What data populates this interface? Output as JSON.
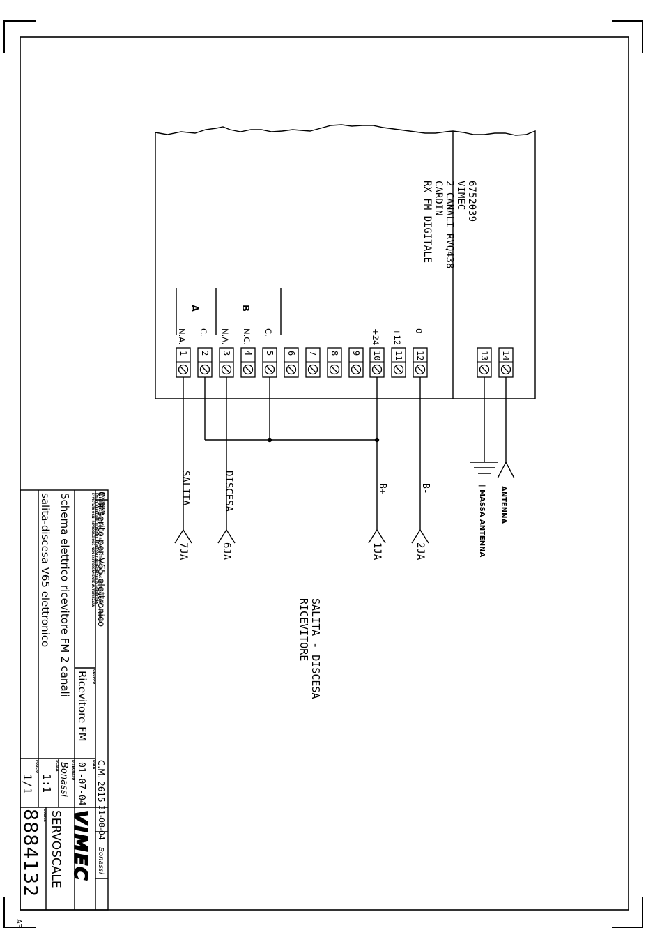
{
  "receiver": {
    "label_lines": [
      "RX FM DIGITALE",
      "CARDIN",
      "2 CANALI RVQ438",
      "",
      "VIMEC",
      "6752039"
    ],
    "channel_a": "A",
    "channel_b": "B"
  },
  "terminals": [
    {
      "num": "1",
      "label": "N.A."
    },
    {
      "num": "2",
      "label": "C."
    },
    {
      "num": "3",
      "label": "N.A."
    },
    {
      "num": "4",
      "label": "N.C."
    },
    {
      "num": "5",
      "label": "C."
    },
    {
      "num": "6",
      "label": ""
    },
    {
      "num": "7",
      "label": ""
    },
    {
      "num": "8",
      "label": ""
    },
    {
      "num": "9",
      "label": ""
    },
    {
      "num": "10",
      "label": "+24"
    },
    {
      "num": "11",
      "label": "+12"
    },
    {
      "num": "12",
      "label": "0"
    },
    {
      "num": "13",
      "label": ""
    },
    {
      "num": "14",
      "label": ""
    }
  ],
  "wires": {
    "salita": "SALITA",
    "discesa": "DISCESA",
    "bplus": "B+",
    "bminus": "B-",
    "massa": "MASSA ANTENNA",
    "antenna": "ANTENNA"
  },
  "connectors": {
    "c1": "7JA",
    "c2": "6JA",
    "c3": "1JA",
    "c4": "2JA"
  },
  "section_title": [
    "RICEVITORE",
    "SALITA - DISCESA"
  ],
  "title_block": {
    "revision_num": "0",
    "revision_text": "Inserito per V65 elettronico",
    "revision_cm": "C.M. 2615",
    "revision_date": "31-08-04",
    "revision_sign": "Bonassi",
    "legal_line1": "E' VIETATA OGNI RIPRODUZIONE NON ESPRESSAMENTE AUTORIZZATA",
    "legal_line2": "EVERY REPRODUCTION NOT EXPRESSLY AUTHORIZED IS FORBIDDEN",
    "legal_line3": "IL EST INTERDIT TOUS LES REPRODUCTIONS NE PAS EXPRESSEMENT AUTORISE",
    "legal_line4": "DESCRIZIONE",
    "description_line1": "Schema elettrico ricevitore FM 2 canali",
    "description_line2": "salita-discesa V65 elettronico",
    "gruppo_label": "GRUPPO",
    "gruppo_value": "Ricevitore FM",
    "data_label": "DATA",
    "data_value": "01-07-04",
    "disegnato_label": "DISEGNATO",
    "disegnato_value": "Bonassi",
    "scala_label": "SCALA",
    "scala_value": "1:1",
    "foglio_label": "FOGLIO",
    "foglio_value": "1/1",
    "codice_label": "CODICE",
    "codice_value": "8884132",
    "brand_logo": "VIMEC",
    "brand_sub": "SERVOSCALE",
    "sheet_size": "A3"
  }
}
